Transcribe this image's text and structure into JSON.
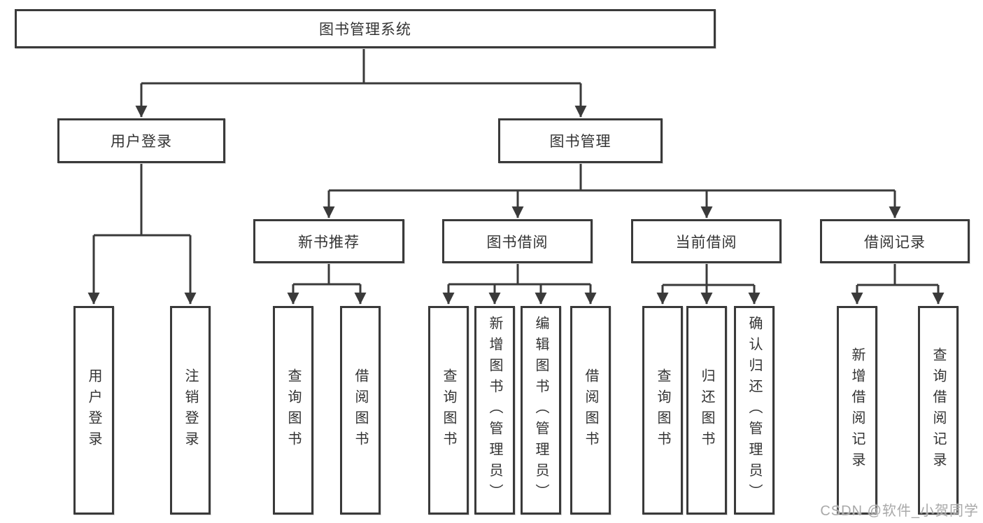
{
  "diagram": {
    "root": {
      "label": "图书管理系统"
    },
    "branches": [
      {
        "label": "用户登录",
        "children": [
          "用户登录",
          "注销登录"
        ]
      },
      {
        "label": "图书管理",
        "sections": [
          {
            "label": "新书推荐",
            "children": [
              "查询图书",
              "借阅图书"
            ]
          },
          {
            "label": "图书借阅",
            "children": [
              "查询图书",
              "新增图书（管理员）",
              "编辑图书（管理员）",
              "借阅图书"
            ]
          },
          {
            "label": "当前借阅",
            "children": [
              "查询图书",
              "归还图书",
              "确认归还（管理员）"
            ]
          },
          {
            "label": "借阅记录",
            "children": [
              "新增借阅记录",
              "查询借阅记录"
            ]
          }
        ]
      }
    ]
  },
  "watermark": {
    "text": "CSDN @软件_小贺同学"
  },
  "colors": {
    "line": "#3a3a3a",
    "box_border": "#3a3a3a",
    "box_fill": "#ffffff",
    "text": "#333333",
    "watermark": "#a9a9a9",
    "background": "#ffffff"
  }
}
